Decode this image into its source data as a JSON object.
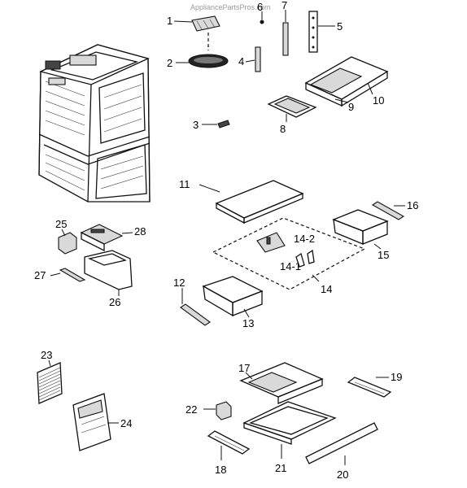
{
  "watermark": "AppliancePartsPros.com",
  "parts": {
    "p1": "1",
    "p2": "2",
    "p3": "3",
    "p4": "4",
    "p5": "5",
    "p6": "6",
    "p7": "7",
    "p8": "8",
    "p9": "9",
    "p10": "10",
    "p11": "11",
    "p12": "12",
    "p13": "13",
    "p14": "14",
    "p14_1": "14-1",
    "p14_2": "14-2",
    "p15": "15",
    "p16": "16",
    "p17": "17",
    "p18": "18",
    "p19": "19",
    "p20": "20",
    "p21": "21",
    "p22": "22",
    "p23": "23",
    "p24": "24",
    "p25": "25",
    "p26": "26",
    "p27": "27",
    "p28": "28"
  }
}
